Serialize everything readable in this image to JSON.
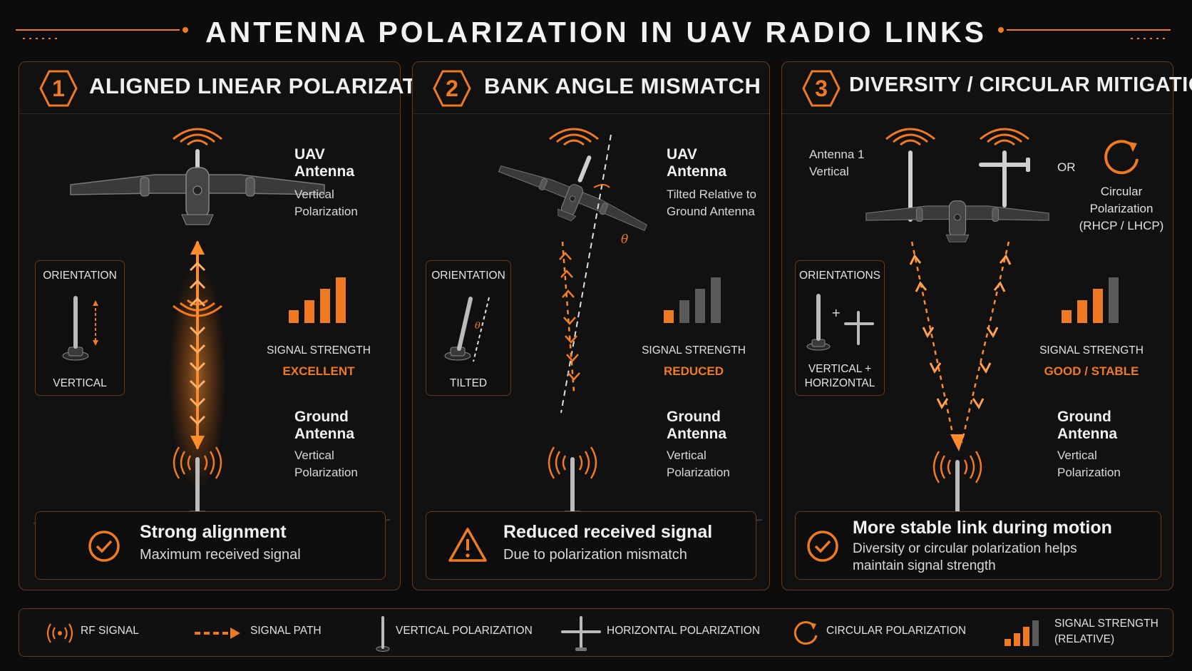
{
  "title": "ANTENNA POLARIZATION IN UAV RADIO LINKS",
  "colors": {
    "accent": "#f07a22",
    "border": "#6a3a17",
    "background": "#0c0c0c",
    "gray_bar": "#5a5a5a"
  },
  "panels": [
    {
      "number": "1",
      "title": "ALIGNED LINEAR POLARIZATION",
      "uav_label": {
        "title": "UAV\nAntenna",
        "sub": "Vertical\nPolarization"
      },
      "orientation": {
        "title": "ORIENTATION",
        "foot": "VERTICAL"
      },
      "signal": {
        "label": "SIGNAL STRENGTH",
        "value": "EXCELLENT",
        "bars_active": 4,
        "bars_total": 4
      },
      "ground_label": {
        "title": "Ground\nAntenna",
        "sub": "Vertical\nPolarization"
      },
      "status": {
        "icon": "check-circle-icon",
        "title": "Strong alignment",
        "sub": "Maximum received signal"
      }
    },
    {
      "number": "2",
      "title": "BANK ANGLE MISMATCH",
      "uav_label": {
        "title": "UAV\nAntenna",
        "sub": "Tilted Relative to\nGround Antenna"
      },
      "angle_symbol": "θ",
      "orientation": {
        "title": "ORIENTATION",
        "foot": "TILTED"
      },
      "signal": {
        "label": "SIGNAL STRENGTH",
        "value": "REDUCED",
        "bars_active": 1,
        "bars_total": 4
      },
      "ground_label": {
        "title": "Ground\nAntenna",
        "sub": "Vertical\nPolarization"
      },
      "status": {
        "icon": "warning-triangle-icon",
        "title": "Reduced received signal",
        "sub": "Due to polarization mismatch"
      }
    },
    {
      "number": "3",
      "title": "DIVERSITY / CIRCULAR MITIGATION",
      "antenna1_label": "Antenna 1\nVertical",
      "or_text": "OR",
      "circular_label": "Circular\nPolarization\n(RHCP / LHCP)",
      "orientation": {
        "title": "ORIENTATIONS",
        "foot": "VERTICAL +\nHORIZONTAL"
      },
      "signal": {
        "label": "SIGNAL STRENGTH",
        "value": "GOOD / STABLE",
        "bars_active": 3,
        "bars_total": 4
      },
      "ground_label": {
        "title": "Ground\nAntenna",
        "sub": "Vertical\nPolarization"
      },
      "status": {
        "icon": "check-circle-icon",
        "title": "More stable link during motion",
        "sub": "Diversity or circular polarization helps\nmaintain signal strength"
      }
    }
  ],
  "legend": [
    {
      "icon": "rf-signal-icon",
      "label": "RF SIGNAL"
    },
    {
      "icon": "signal-path-arrow-icon",
      "label": "SIGNAL PATH"
    },
    {
      "icon": "vertical-antenna-icon",
      "label": "VERTICAL POLARIZATION"
    },
    {
      "icon": "horizontal-antenna-icon",
      "label": "HORIZONTAL POLARIZATION"
    },
    {
      "icon": "circular-arrow-icon",
      "label": "CIRCULAR POLARIZATION"
    },
    {
      "icon": "signal-bars-icon",
      "label": "SIGNAL STRENGTH\n(RELATIVE)"
    }
  ]
}
